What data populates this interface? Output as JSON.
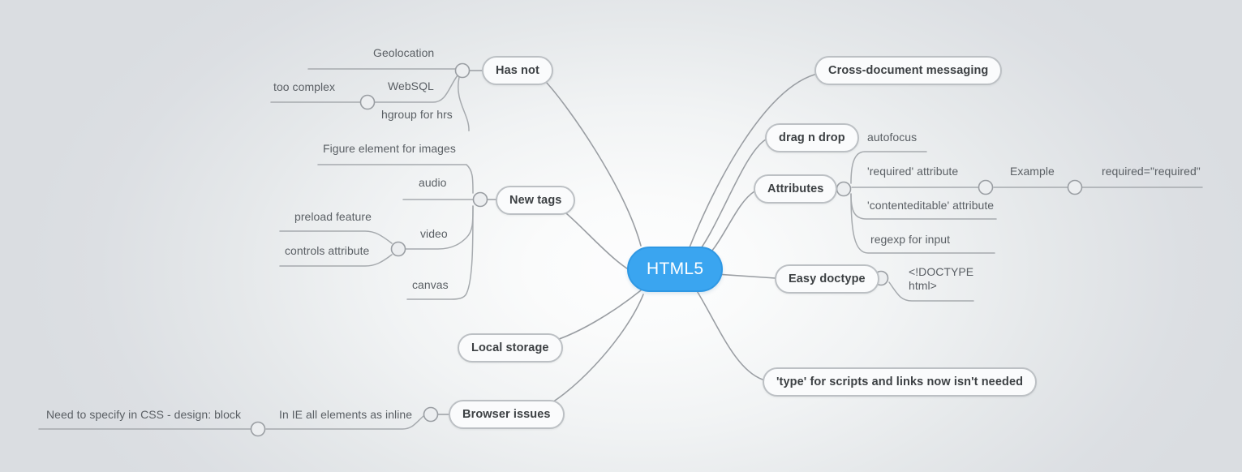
{
  "title": "HTML5 Mind Map",
  "theme": {
    "background_edge": "#dcdfe3",
    "background_center": "#fdfdfe",
    "root_fill": "#3aa5f0",
    "root_text": "#ffffff",
    "node_fill": "#fafbfc",
    "node_border": "#bcc0c4",
    "node_text": "#3c4043",
    "leaf_text": "#5a5f64",
    "edge_stroke": "#9a9ea3"
  },
  "root": {
    "label": "HTML5"
  },
  "branches": {
    "has_not": {
      "label": "Has not",
      "children": [
        {
          "label": "Geolocation"
        },
        {
          "label": "WebSQL",
          "children": [
            {
              "label": "too complex"
            }
          ]
        },
        {
          "label": "hgroup for hrs"
        }
      ]
    },
    "new_tags": {
      "label": "New tags",
      "children": [
        {
          "label": "Figure element for images"
        },
        {
          "label": "audio"
        },
        {
          "label": "video",
          "children": [
            {
              "label": "preload feature"
            },
            {
              "label": "controls attribute"
            }
          ]
        },
        {
          "label": "canvas"
        }
      ]
    },
    "local_storage": {
      "label": "Local storage"
    },
    "browser_issues": {
      "label": "Browser issues",
      "children": [
        {
          "label": "In IE all elements as inline",
          "children": [
            {
              "label": "Need to specify in CSS - design: block"
            }
          ]
        }
      ]
    },
    "cross_document_messaging": {
      "label": "Cross-document messaging"
    },
    "drag_n_drop": {
      "label": "drag n drop"
    },
    "attributes": {
      "label": "Attributes",
      "children": [
        {
          "label": "autofocus"
        },
        {
          "label": "'required' attribute",
          "children": [
            {
              "label": "Example",
              "children": [
                {
                  "label": "required=\"required\""
                }
              ]
            }
          ]
        },
        {
          "label": "'contenteditable' attribute"
        },
        {
          "label": "regexp for input"
        }
      ]
    },
    "easy_doctype": {
      "label": "Easy doctype",
      "children": [
        {
          "label": "<!DOCTYPE html>"
        }
      ]
    },
    "type_not_needed": {
      "label": "'type' for scripts and links now isn't needed"
    }
  }
}
